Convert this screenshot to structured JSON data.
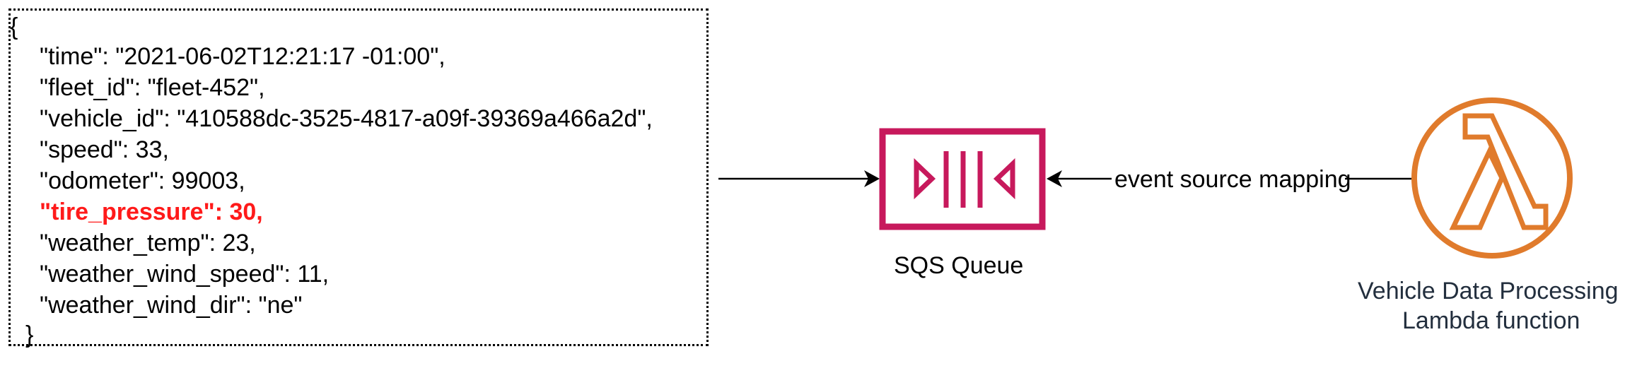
{
  "payload": {
    "open_brace": "{",
    "lines": [
      "\"time\": \"2021-06-02T12:21:17 -01:00\",",
      "\"fleet_id\": \"fleet-452\",",
      "\"vehicle_id\": \"410588dc-3525-4817-a09f-39369a466a2d\",",
      "\"speed\": 33,",
      "\"odometer\": 99003,",
      "\"tire_pressure\": 30,",
      "\"weather_temp\": 23,",
      "\"weather_wind_speed\": 11,",
      "\"weather_wind_dir\": \"ne\""
    ],
    "close_brace": "}",
    "highlight_color": "#ff1a1a"
  },
  "queue": {
    "label": "SQS Queue",
    "color": "#c7195c",
    "icon": "sqs-queue-icon"
  },
  "mapping": {
    "label": "event source mapping"
  },
  "lambda": {
    "label_line1": "Vehicle Data Processing",
    "label_line2": "Lambda function",
    "color": "#e07b2c",
    "icon": "lambda-icon"
  }
}
